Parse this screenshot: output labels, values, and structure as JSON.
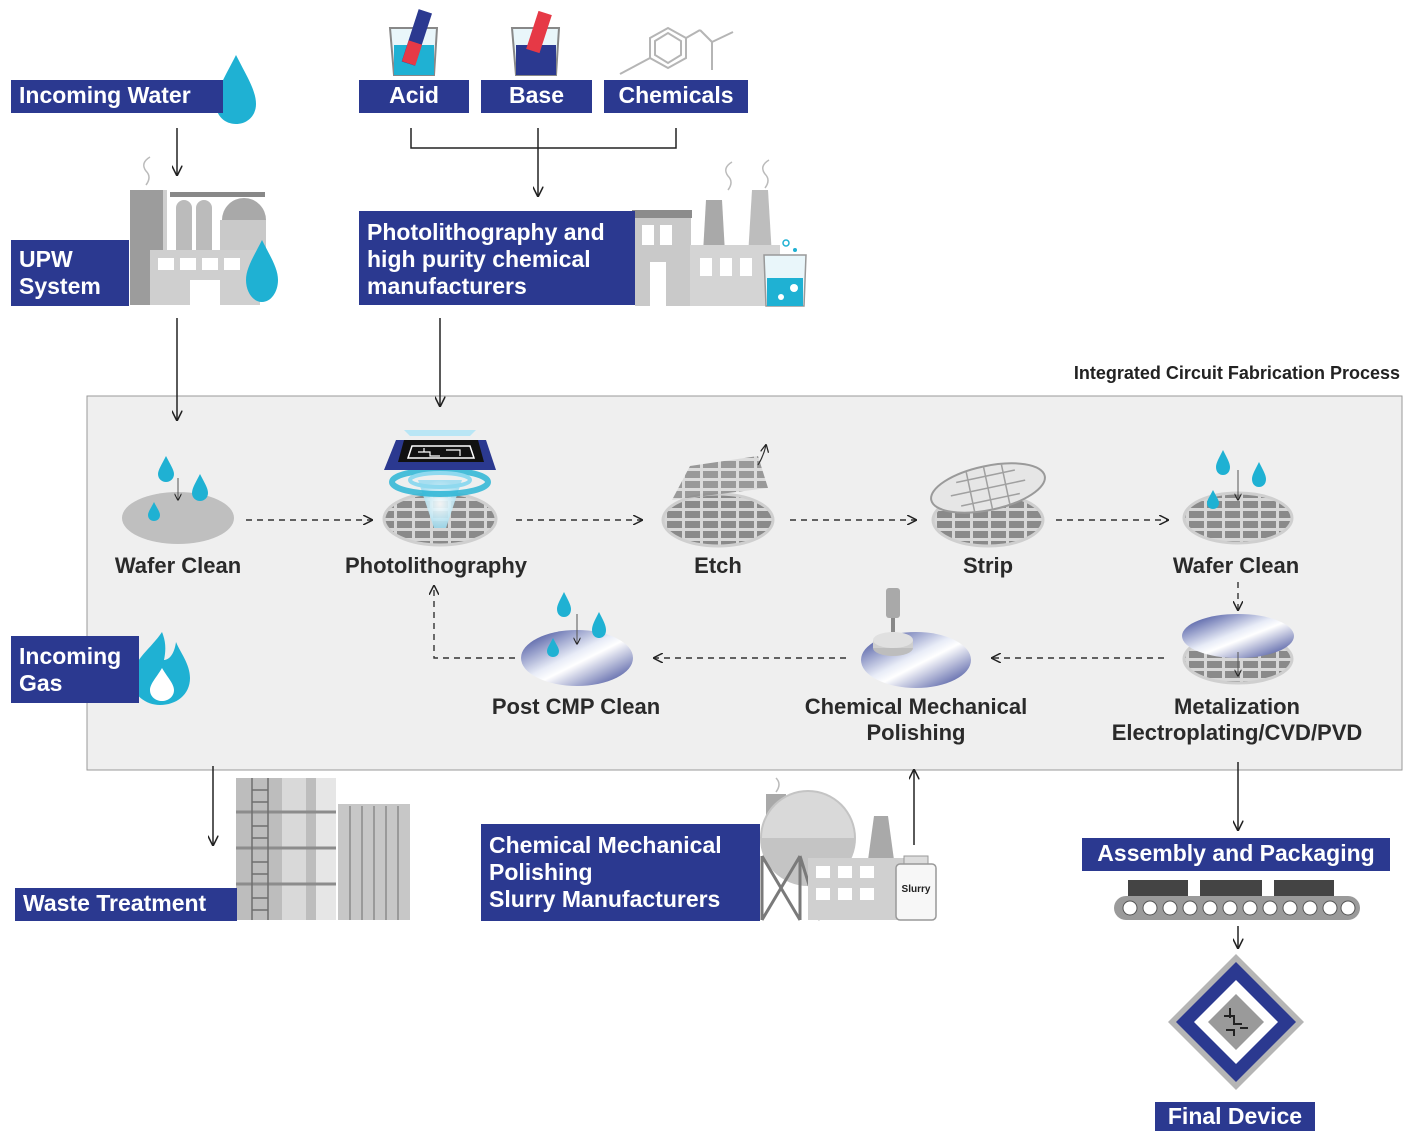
{
  "inputs": {
    "incoming_water": "Incoming Water",
    "acid": "Acid",
    "base": "Base",
    "chemicals": "Chemicals",
    "upw_line1": "UPW",
    "upw_line2": "System",
    "photo_mfr_line1": "Photolithography and",
    "photo_mfr_line2": "high purity chemical",
    "photo_mfr_line3": "manufacturers",
    "incoming_gas_line1": "Incoming",
    "incoming_gas_line2": "Gas"
  },
  "process": {
    "title": "Integrated Circuit Fabrication Process",
    "steps": {
      "wafer_clean_1": "Wafer Clean",
      "photolithography": "Photolithography",
      "etch": "Etch",
      "strip": "Strip",
      "wafer_clean_2": "Wafer Clean",
      "metalization_line1": "Metalization",
      "metalization_line2": "Electroplating/CVD/PVD",
      "cmp_line1": "Chemical Mechanical",
      "cmp_line2": "Polishing",
      "post_cmp_clean": "Post CMP Clean"
    }
  },
  "outputs": {
    "waste_treatment": "Waste Treatment",
    "slurry_mfr_line1": "Chemical Mechanical",
    "slurry_mfr_line2": "Polishing",
    "slurry_mfr_line3": "Slurry Manufacturers",
    "slurry_jar_label": "Slurry",
    "assembly_packaging": "Assembly and Packaging",
    "final_device": "Final Device"
  },
  "colors": {
    "label_bg": "#2b3990",
    "water_blue": "#1fb1d3",
    "panel_bg": "#efefef",
    "icon_gray": "#a9a9a9"
  }
}
